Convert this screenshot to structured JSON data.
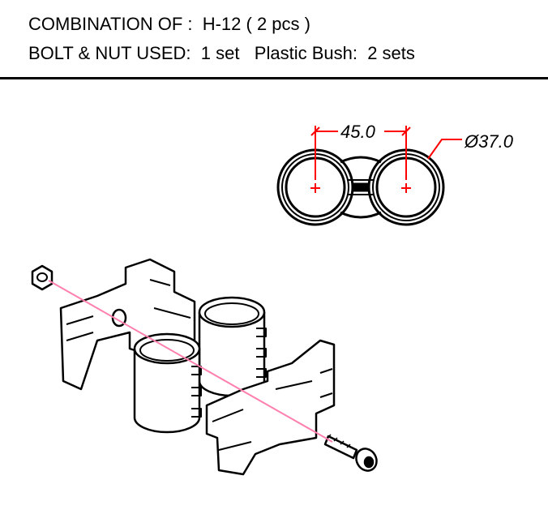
{
  "header": {
    "combination_label": "COMBINATION OF :",
    "combination_value": "H-12 ( 2 pcs )",
    "bolt_label": "BOLT & NUT USED:",
    "bolt_value": "1 set",
    "bush_label": "Plastic Bush:",
    "bush_value": "2 sets"
  },
  "dimensions": {
    "center_distance": "45.0",
    "diameter": "Ø37.0"
  },
  "colors": {
    "dimension": "#ff0000",
    "axis": "#ff7fae",
    "line": "#000000"
  }
}
